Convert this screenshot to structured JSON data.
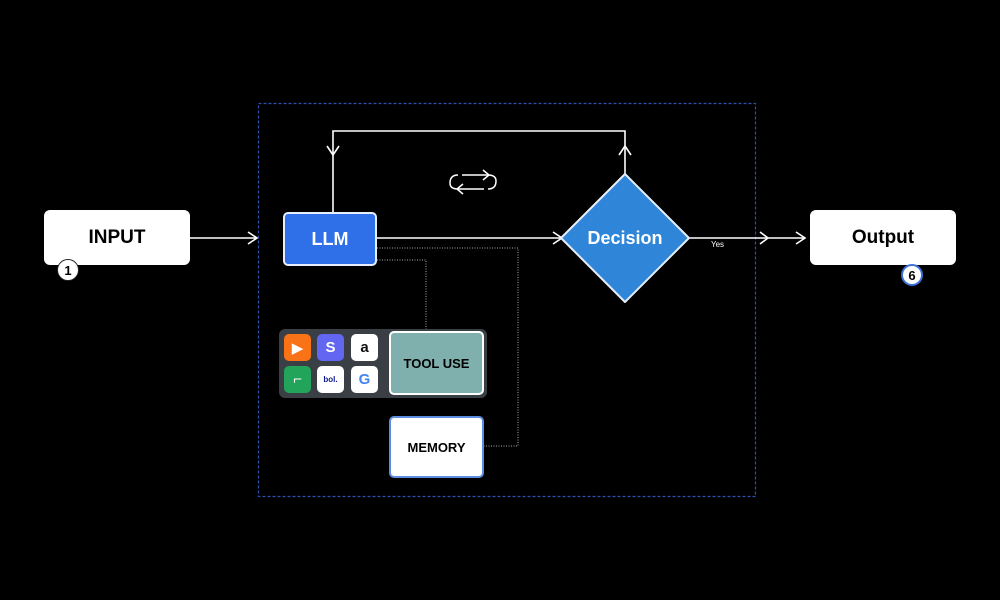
{
  "nodes": {
    "input": "INPUT",
    "llm": "LLM",
    "decision": "Decision",
    "output": "Output",
    "tool_use": "TOOL USE",
    "memory": "MEMORY"
  },
  "badges": {
    "input_step": "1",
    "output_step": "6"
  },
  "edge_labels": {
    "yes": "Yes"
  },
  "tool_icons": [
    {
      "name": "play-app-icon",
      "glyph": "▶",
      "bg": "#f97316",
      "fg": "#ffffff"
    },
    {
      "name": "s-app-icon",
      "glyph": "S",
      "bg": "#6366f1",
      "fg": "#ffffff"
    },
    {
      "name": "amazon-app-icon",
      "glyph": "a",
      "bg": "#ffffff",
      "fg": "#111111"
    },
    {
      "name": "bracket-app-icon",
      "glyph": "⌐",
      "bg": "#22a55b",
      "fg": "#ffffff"
    },
    {
      "name": "bol-app-icon",
      "glyph": "bol.",
      "bg": "#ffffff",
      "fg": "#0b1a8c"
    },
    {
      "name": "google-pay-app-icon",
      "glyph": "G",
      "bg": "#ffffff",
      "fg": "#4285f4"
    }
  ],
  "colors": {
    "background": "#000000",
    "llm": "#2f6fe8",
    "decision": "#2f86d8",
    "tool_use": "#7fb0ae",
    "group_border": "#2d4fb0"
  },
  "icons": {
    "loop": "loop-arrows-icon"
  }
}
